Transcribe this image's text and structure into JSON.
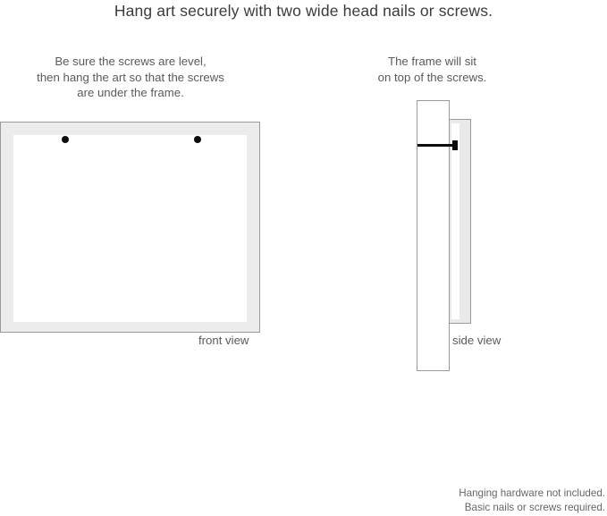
{
  "headline": "Hang art securely with two wide head nails or screws.",
  "captions": {
    "left": {
      "line1": "Be sure the screws are level,",
      "line2": "then hang the art so that the screws",
      "line3": "are under the frame."
    },
    "right": {
      "line1": "The frame will sit",
      "line2": "on top of the screws."
    }
  },
  "diagrams": {
    "front": {
      "label": "front view",
      "screw_count": 2
    },
    "side": {
      "label": "side view"
    }
  },
  "footer": {
    "line1": "Hanging hardware not included.",
    "line2": "Basic nails or screws required."
  },
  "colors": {
    "background": "#ffffff",
    "headline_text": "#3b3b3b",
    "body_text": "#5a5a5a",
    "footer_text": "#666666",
    "frame_molding": "#ececec",
    "frame_outline": "#9a9a9a",
    "frame_interior": "#ffffff",
    "screw": "#0b0b0b"
  }
}
